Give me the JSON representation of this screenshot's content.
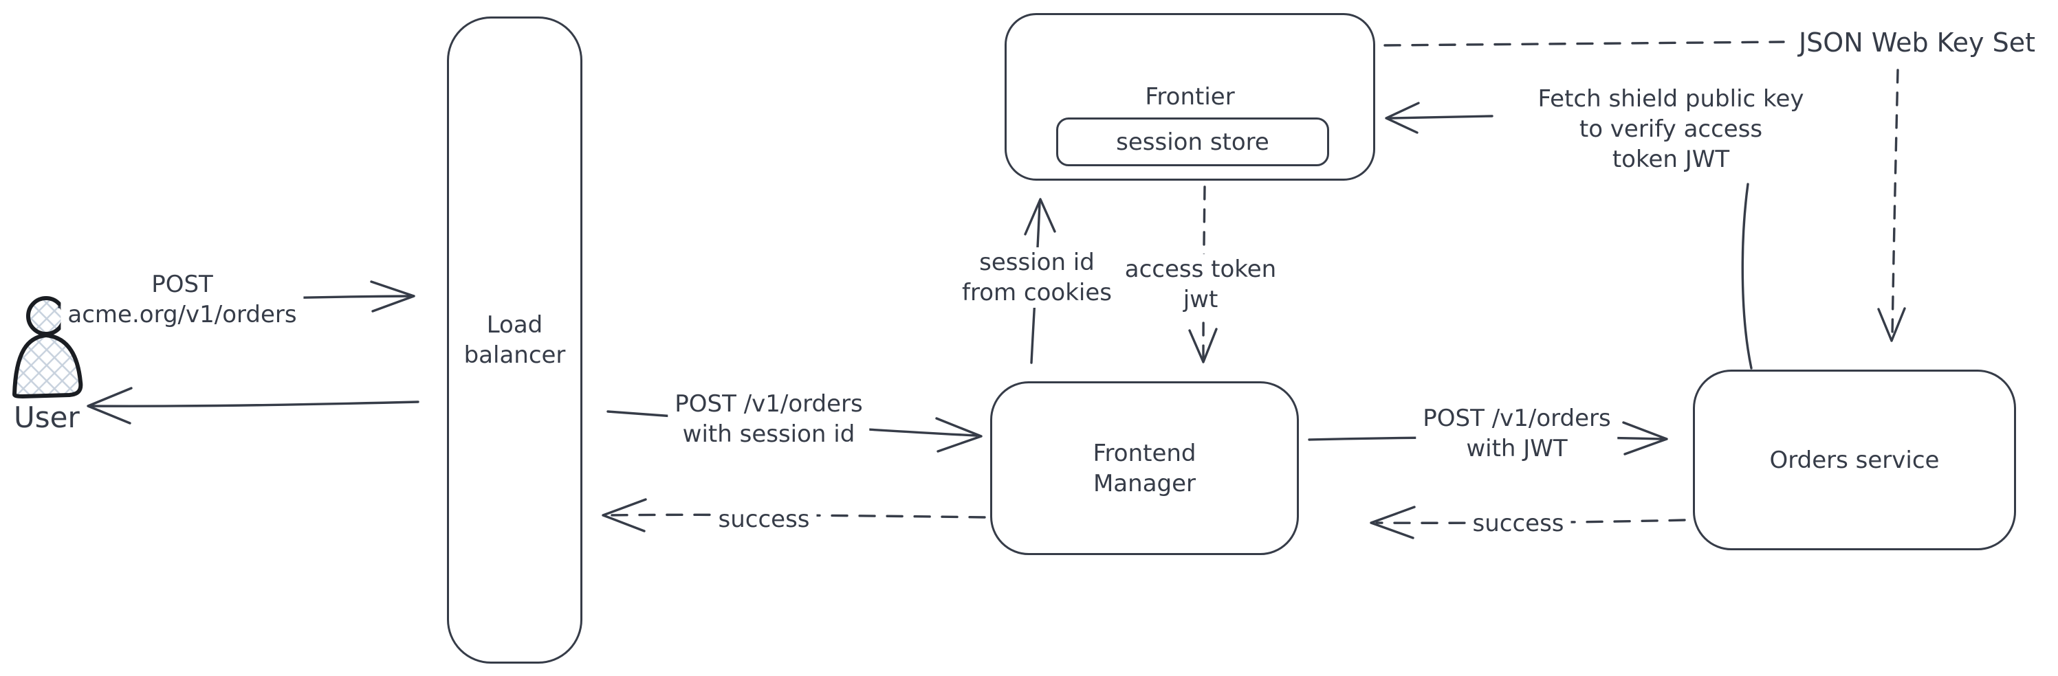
{
  "colors": {
    "background": "#ffffff",
    "stroke": "#363c48",
    "actor_stroke": "#1a1d22",
    "actor_hatch_fill": "#c7d1dd"
  },
  "actor": {
    "label": "User"
  },
  "nodes": {
    "load_balancer": {
      "line1": "Load",
      "line2": "balancer"
    },
    "frontier": {
      "label": "Frontier",
      "session_store_label": "session store"
    },
    "frontend_manager": {
      "line1": "Frontend",
      "line2": "Manager"
    },
    "orders_service": {
      "label": "Orders service"
    }
  },
  "edges": {
    "user_to_load_balancer": {
      "line1": "POST",
      "line2": "acme.org/v1/orders"
    },
    "load_balancer_to_frontend_manager": {
      "line1": "POST /v1/orders",
      "line2": "with session id"
    },
    "frontend_manager_to_load_balancer": {
      "label": "success"
    },
    "frontend_manager_to_orders_service": {
      "line1": "POST /v1/orders",
      "line2": "with JWT"
    },
    "orders_service_to_frontend_manager": {
      "label": "success"
    },
    "frontend_manager_to_frontier": {
      "line1": "session id",
      "line2": "from cookies"
    },
    "frontier_to_frontend_manager": {
      "line1": "access token",
      "line2": "jwt"
    },
    "orders_service_to_frontier": {
      "line1": "Fetch shield public key",
      "line2": "to verify access",
      "line3": "token JWT"
    },
    "frontier_jwks": {
      "label": "JSON Web Key Set"
    }
  }
}
